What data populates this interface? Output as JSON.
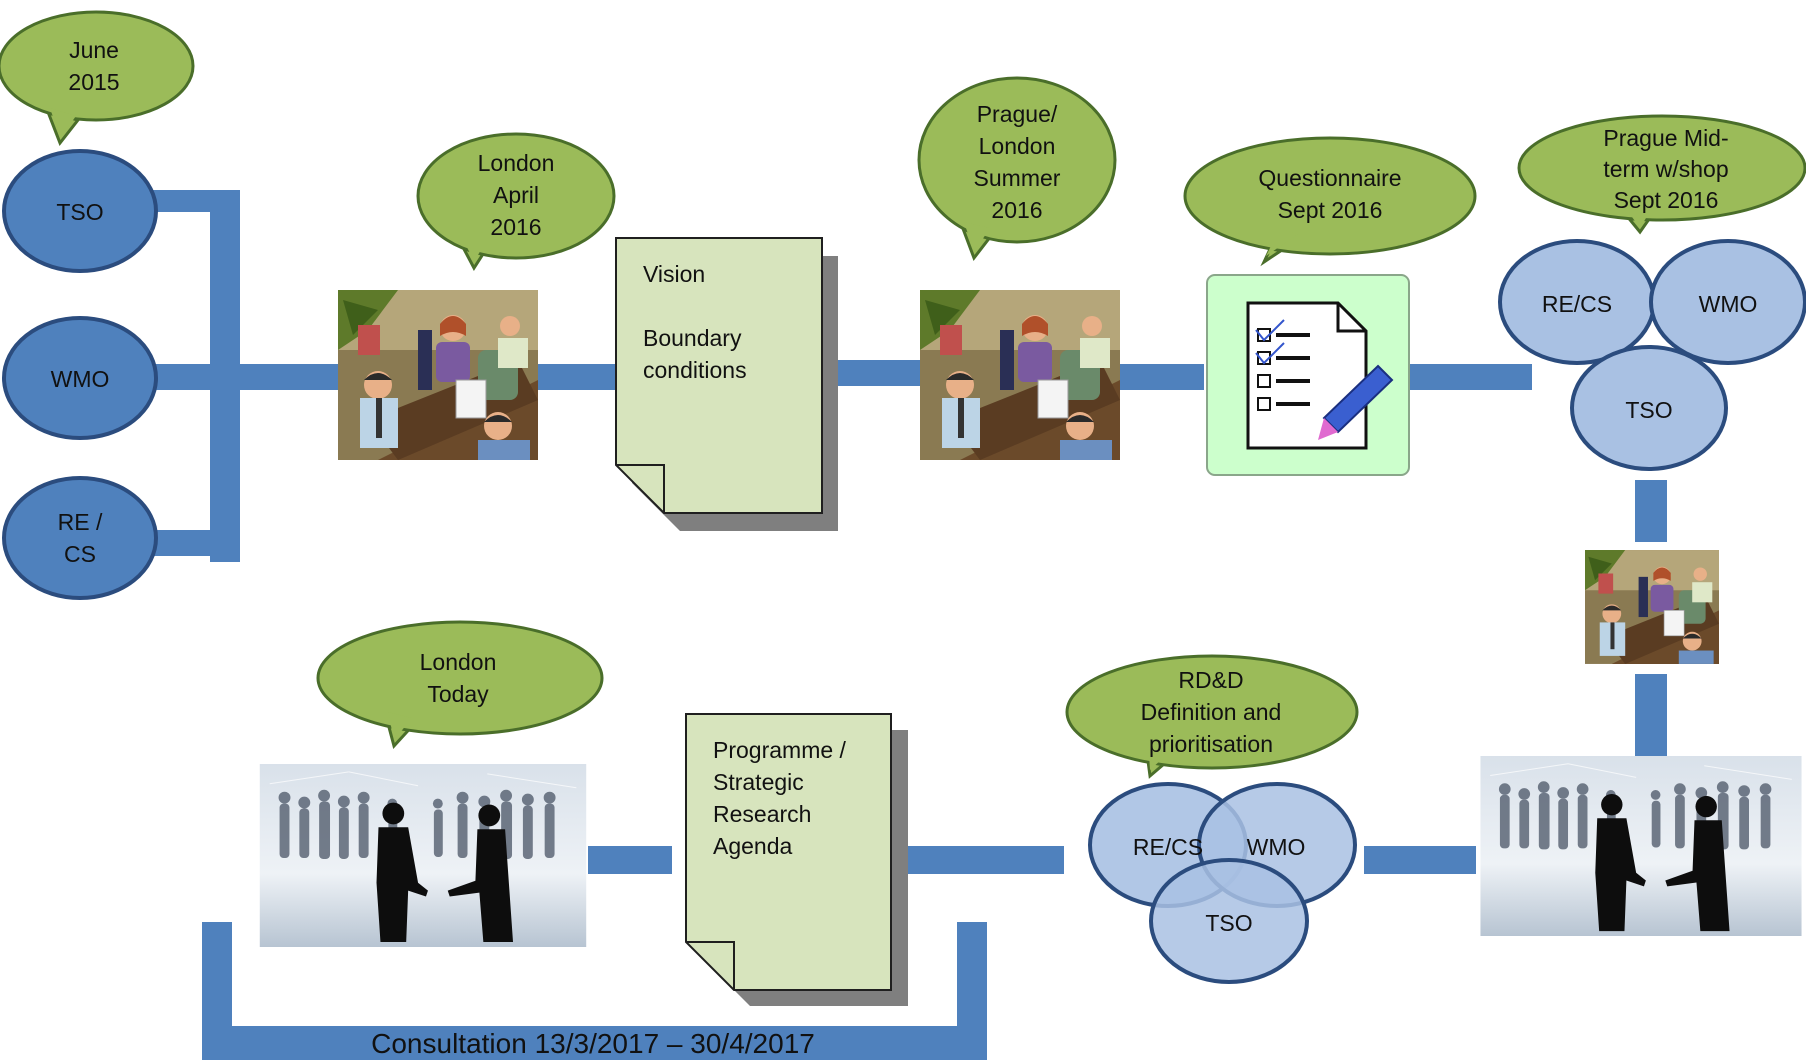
{
  "bubbles": {
    "june_2015": [
      "June",
      "2015"
    ],
    "london_april_2016": [
      "London",
      "April",
      "2016"
    ],
    "prague_london_summer_2016": [
      "Prague/",
      "London",
      "Summer",
      "2016"
    ],
    "questionnaire_sept_2016": [
      "Questionnaire",
      "Sept 2016"
    ],
    "prague_midterm": [
      "Prague Mid-",
      "term w/shop",
      "Sept 2016"
    ],
    "london_today": [
      "London",
      "Today"
    ],
    "rdd_definition": [
      "RD&D",
      "Definition and",
      "prioritisation"
    ]
  },
  "stakeholders": {
    "tso": "TSO",
    "wmo": "WMO",
    "re_cs": [
      "RE /",
      "CS"
    ]
  },
  "documents": {
    "vision": [
      "Vision",
      "",
      "Boundary",
      "conditions"
    ],
    "programme": [
      "Programme /",
      "Strategic",
      "Research",
      "Agenda"
    ]
  },
  "venn_midterm": {
    "re_cs": "RE/CS",
    "wmo": "WMO",
    "tso": "TSO"
  },
  "venn_rdd": {
    "re_cs": "RE/CS",
    "wmo": "WMO",
    "tso": "TSO"
  },
  "consultation_label": "Consultation 13/3/2017 – 30/4/2017",
  "colors": {
    "connector": "#4f81bd",
    "bubble_fill": "#9bbb59",
    "bubble_stroke": "#4a6e2a",
    "stakeholder_fill": "#4f81bd",
    "venn_fill": "#a9c1e3",
    "doc_fill": "#d7e4bd",
    "questionnaire_bg": "#ccffcc"
  }
}
